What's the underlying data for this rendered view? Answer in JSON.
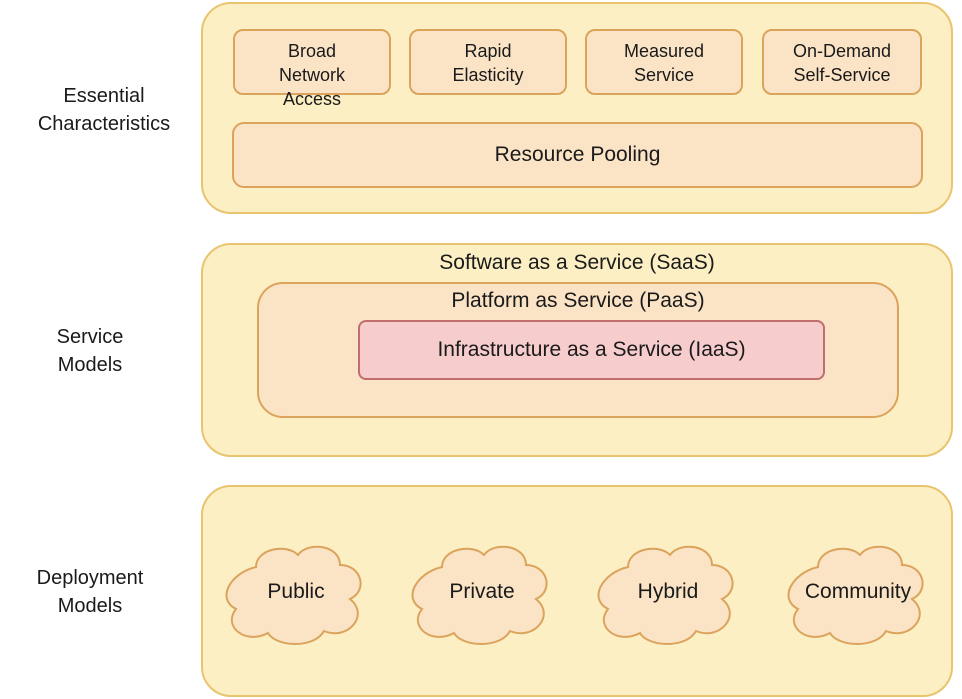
{
  "labels": {
    "essential": "Essential\nCharacteristics",
    "service": "Service\nModels",
    "deployment": "Deployment\nModels"
  },
  "essential": {
    "chips": [
      {
        "lines": [
          "Broad",
          "Network",
          "Access"
        ]
      },
      {
        "lines": [
          "Rapid",
          "Elasticity"
        ]
      },
      {
        "lines": [
          "Measured",
          "Service"
        ]
      },
      {
        "lines": [
          "On-Demand",
          "Self-Service"
        ]
      }
    ],
    "pooling": "Resource Pooling"
  },
  "service": {
    "saas": "Software as a Service (SaaS)",
    "paas": "Platform as Service (PaaS)",
    "iaas": "Infrastructure as a Service (IaaS)"
  },
  "deployment": {
    "clouds": [
      "Public",
      "Private",
      "Hybrid",
      "Community"
    ]
  },
  "colors": {
    "panel_fill": "#fcefc4",
    "panel_stroke": "#e9c46f",
    "chip_fill": "#fbe4c6",
    "chip_stroke": "#dba35c",
    "iaas_fill": "#f7cccc",
    "iaas_stroke": "#bf6d6d"
  }
}
